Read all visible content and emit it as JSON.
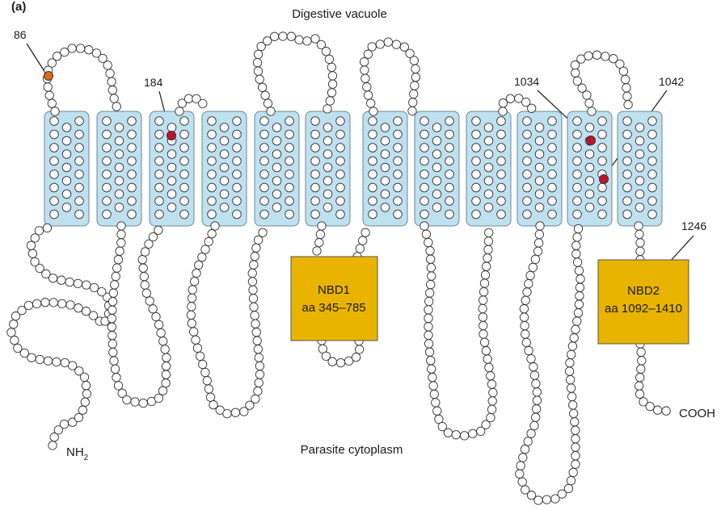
{
  "panel_label": "(a)",
  "region_top": "Digestive vacuole",
  "region_bottom": "Parasite cytoplasm",
  "terminus_n": "NH",
  "terminus_n_sub": "2",
  "terminus_c": "COOH",
  "domains": [
    {
      "line1": "NBD1",
      "line2": "aa 345–785"
    },
    {
      "line1": "NBD2",
      "line2": "aa 1092–1410"
    }
  ],
  "residues": [
    {
      "label": "86",
      "highlight": "orange"
    },
    {
      "label": "184",
      "highlight": "red"
    },
    {
      "label": "1034",
      "highlight": "red"
    },
    {
      "label": "1042",
      "highlight": "red"
    },
    {
      "label": "1246",
      "highlight": "none"
    }
  ],
  "colors": {
    "membrane_fill": "#bfe0ef",
    "membrane_stroke": "#6e8795",
    "domain_fill": "#e8b400",
    "residue_red": "#c0132b",
    "residue_orange": "#dd6a16",
    "bead_stroke": "#333333"
  },
  "transmembrane_helix_count": 12
}
